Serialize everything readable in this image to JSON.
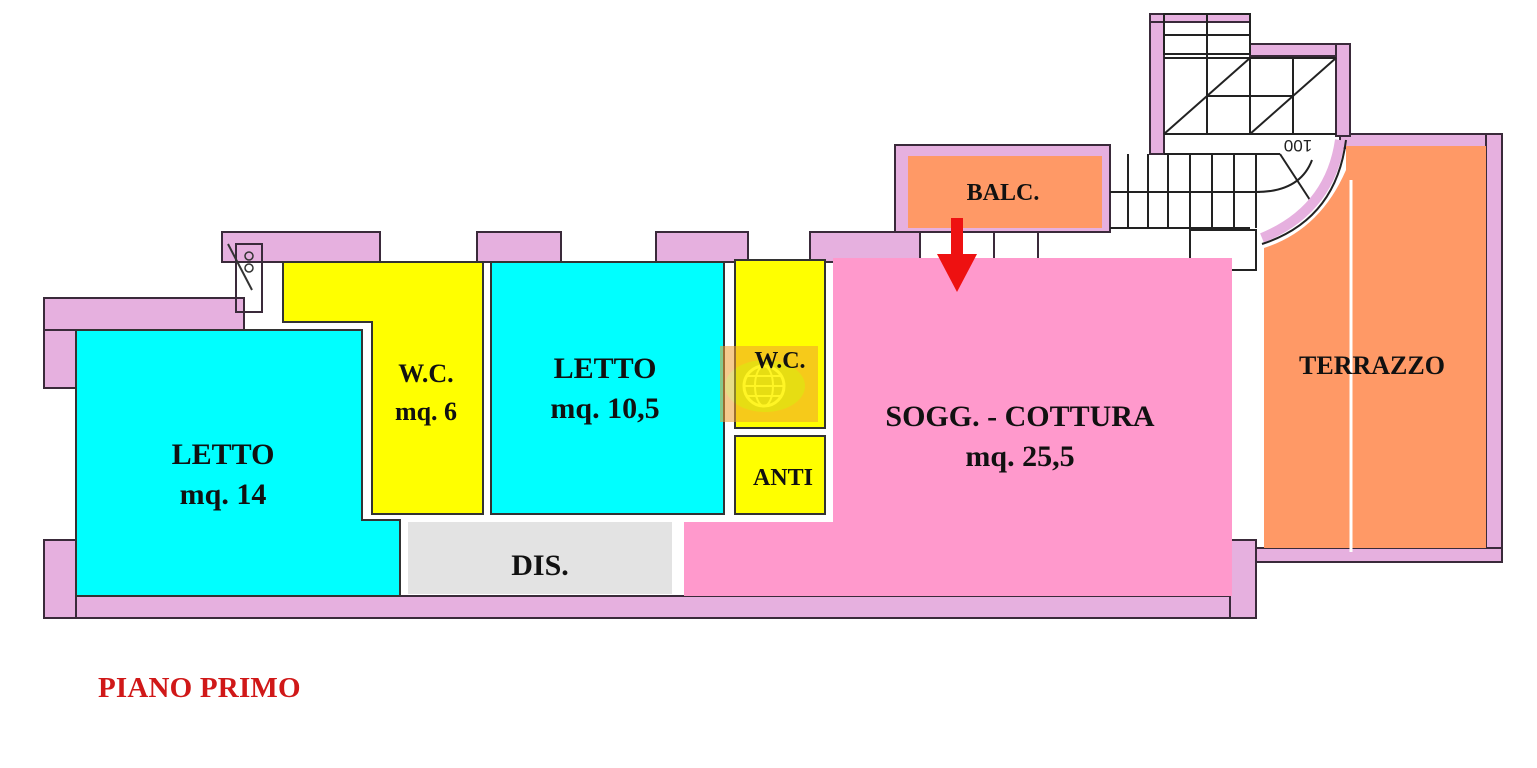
{
  "plan": {
    "floor_title": "PIANO PRIMO",
    "colors": {
      "bedroom": "#00ffff",
      "bathroom": "#ffff00",
      "corridor": "#e3e3e3",
      "living": "#ff99cc",
      "outdoor": "#ff9966",
      "wall": "#e6b0df",
      "title": "#d01818",
      "entry_arrow": "#ee1111"
    },
    "rooms": [
      {
        "id": "letto-1",
        "name": "LETTO",
        "area": "mq. 14",
        "type": "bedroom"
      },
      {
        "id": "wc-1",
        "name": "W.C.",
        "area": "mq. 6",
        "type": "bathroom"
      },
      {
        "id": "letto-2",
        "name": "LETTO",
        "area": "mq. 10,5",
        "type": "bedroom"
      },
      {
        "id": "wc-2",
        "name": "W.C.",
        "area": "",
        "type": "bathroom"
      },
      {
        "id": "anti",
        "name": "ANTI",
        "area": "",
        "type": "bathroom"
      },
      {
        "id": "dis",
        "name": "DIS.",
        "area": "",
        "type": "corridor"
      },
      {
        "id": "soggiorno",
        "name": "SOGG. - COTTURA",
        "area": "mq. 25,5",
        "type": "living"
      },
      {
        "id": "balc",
        "name": "BALC.",
        "area": "",
        "type": "outdoor"
      },
      {
        "id": "terrazzo",
        "name": "TERRAZZO",
        "area": "",
        "type": "outdoor"
      }
    ],
    "stair_label": "100",
    "entry_arrow_icon": "entry-arrow-icon",
    "watermark_icon": "globe-logo-icon"
  }
}
